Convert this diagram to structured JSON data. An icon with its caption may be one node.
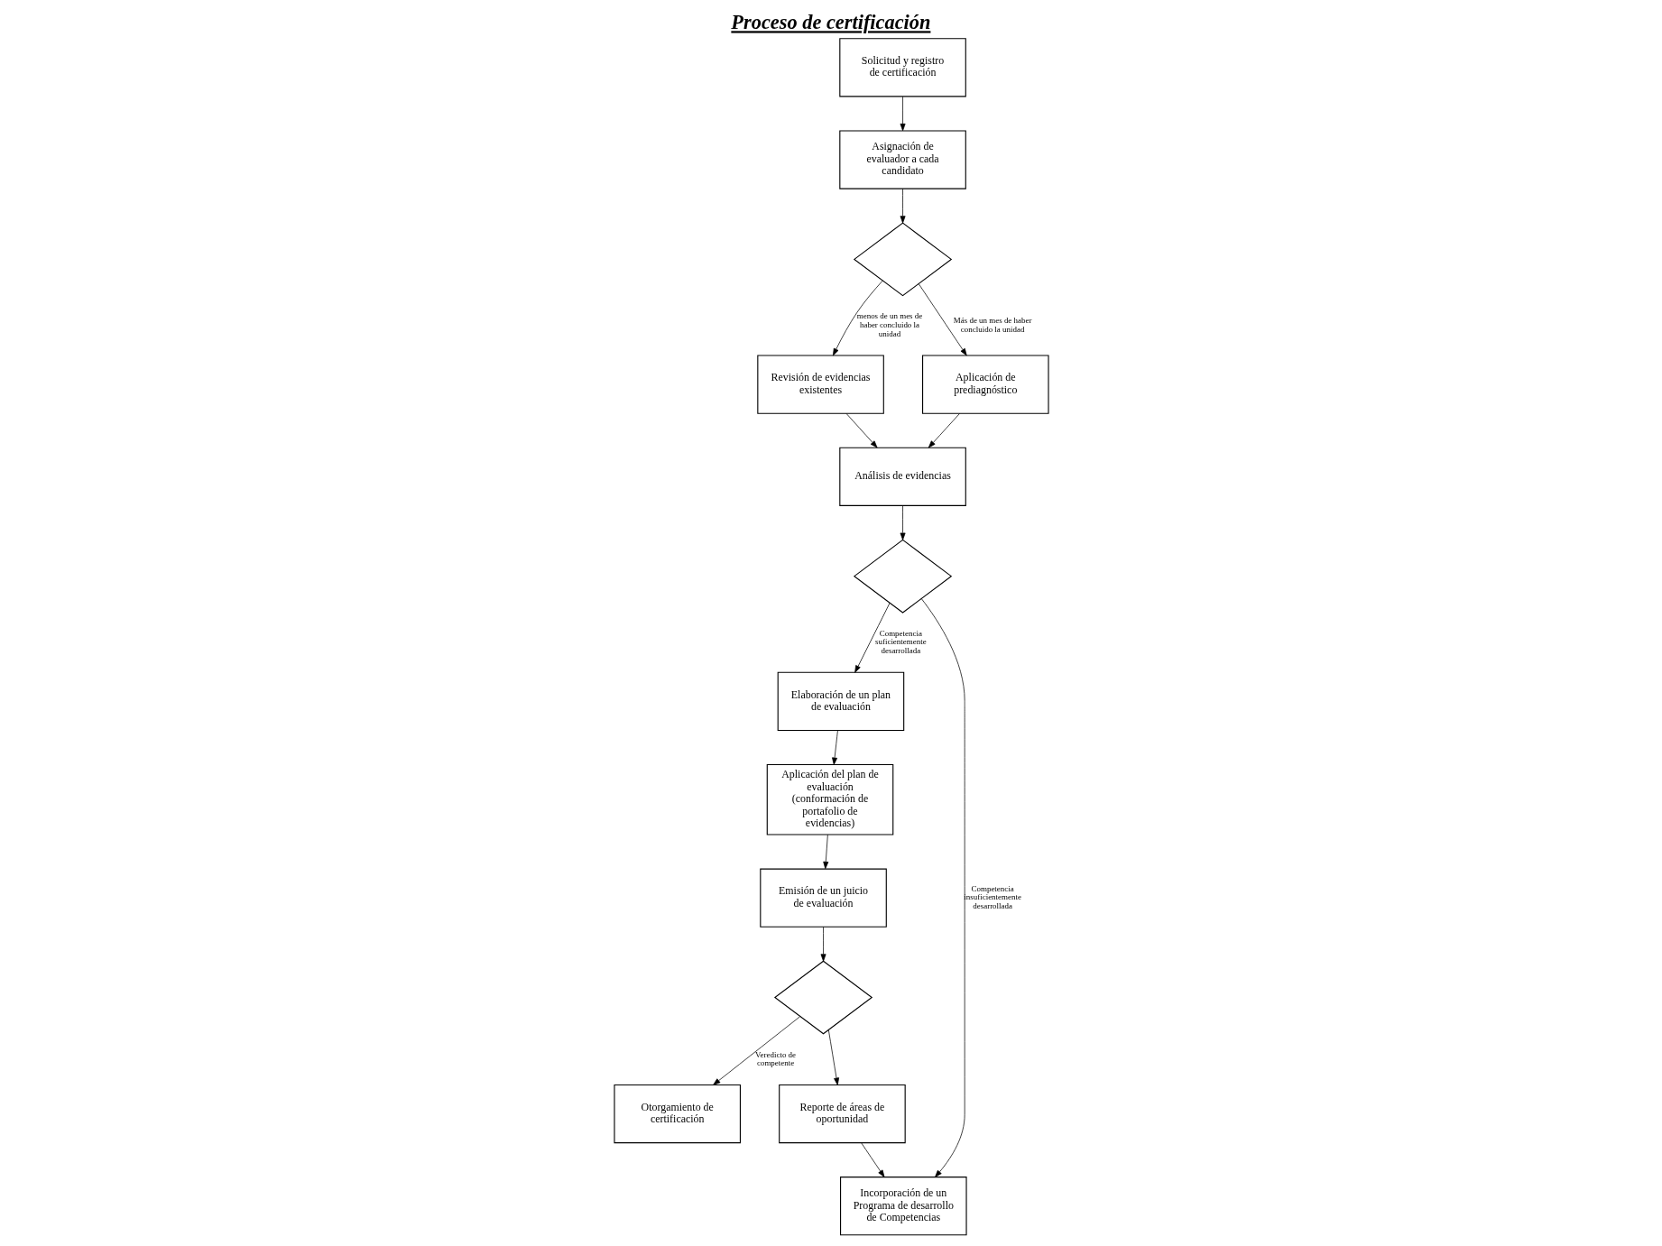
{
  "diagram": {
    "title": "Proceso de certificación",
    "nodes": [
      {
        "text": [
          "Solicitud y registro de certificación"
        ]
      },
      {
        "text": [
          "Asignación de evaluador a cada candidato"
        ]
      },
      {
        "text": [],
        "shape": "diamond"
      },
      {
        "text": [
          "Revisión de evidencias existentes"
        ]
      },
      {
        "text": [
          "Aplicación de prediagnóstico"
        ]
      },
      {
        "text": [
          "Análisis de evidencias"
        ]
      },
      {
        "text": [],
        "shape": "diamond"
      },
      {
        "text": [
          "Elaboración de un plan de evaluación"
        ]
      },
      {
        "text": [
          "Aplicación del plan de evaluación (conformación de portafolio de evidencias)"
        ]
      },
      {
        "text": [
          "Emisión de un juicio de evaluación"
        ]
      },
      {
        "text": [
          "Incorporación de un Programa de desarrollo de Competencias"
        ]
      },
      {
        "text": [],
        "shape": "diamond"
      },
      {
        "text": [
          "Otorgamiento de certificación"
        ]
      },
      {
        "text": [
          "Reporte de áreas de oportunidad"
        ]
      }
    ],
    "edges": [
      {
        "from": 0,
        "to": 1,
        "arrow": "to"
      },
      {
        "from": 1,
        "to": 2,
        "arrow": "to"
      },
      {
        "from": 2,
        "to": 3,
        "arrow": "to",
        "label": "menos de un mes de haber concluido la unidad"
      },
      {
        "from": 2,
        "to": 4,
        "arrow": "to",
        "label": "Más de un mes de haber concluido la unidad"
      },
      {
        "from": 3,
        "to": 5,
        "arrow": "to"
      },
      {
        "from": 4,
        "to": 5,
        "arrow": "to"
      },
      {
        "from": 5,
        "to": 6,
        "arrow": "to"
      },
      {
        "from": 6,
        "to": 7,
        "arrow": "to",
        "label": "Competencia suficientemente desarrollada"
      },
      {
        "from": 6,
        "to": 10,
        "arrow": "to",
        "label": "Competencia insuficientemente desarrollada"
      },
      {
        "from": 7,
        "to": 8,
        "arrow": "to"
      },
      {
        "from": 8,
        "to": 9,
        "arrow": "to"
      },
      {
        "from": 9,
        "to": 11,
        "arrow": "to"
      },
      {
        "from": 11,
        "to": 12,
        "arrow": "to",
        "label": "Veredicto de competente"
      },
      {
        "from": 11,
        "to": 13,
        "arrow": "to"
      },
      {
        "from": 13,
        "to": 10,
        "arrow": "to"
      }
    ]
  }
}
